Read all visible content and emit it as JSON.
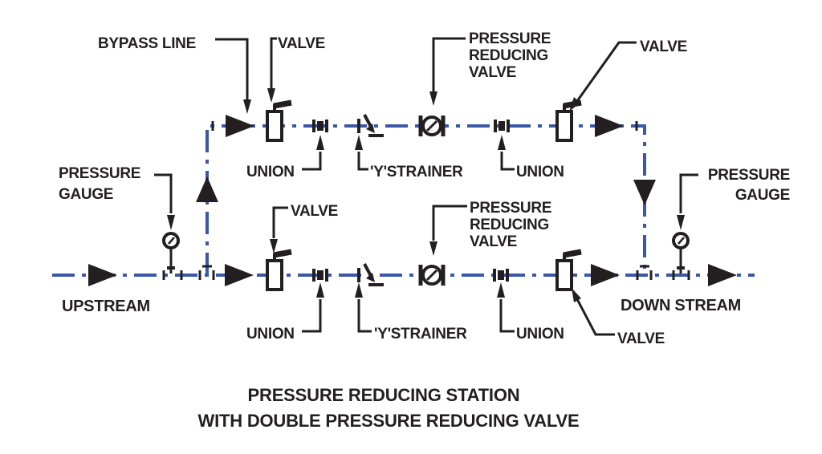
{
  "colors": {
    "pipe_blue": "#3a57a8",
    "ink": "#231f20",
    "background": "#ffffff"
  },
  "title": {
    "line1": "PRESSURE REDUCING STATION",
    "line2": "WITH DOUBLE PRESSURE REDUCING VALVE"
  },
  "flow": {
    "upstream": "UPSTREAM",
    "downstream": "DOWN STREAM"
  },
  "bypass": {
    "label": "BYPASS LINE",
    "valve_in": "VALVE",
    "valve_out": "VALVE",
    "union_in": "UNION",
    "union_out": "UNION",
    "strainer": "'Y'STRAINER",
    "prv": [
      "PRESSURE",
      "REDUCING",
      "VALVE"
    ]
  },
  "main": {
    "valve_in": "VALVE",
    "valve_out": "VALVE",
    "union_in": "UNION",
    "union_out": "UNION",
    "strainer": "'Y'STRAINER",
    "prv": [
      "PRESSURE",
      "REDUCING",
      "VALVE"
    ]
  },
  "gauges": {
    "left": [
      "PRESSURE",
      "GAUGE"
    ],
    "right": [
      "PRESSURE",
      "GAUGE"
    ]
  }
}
